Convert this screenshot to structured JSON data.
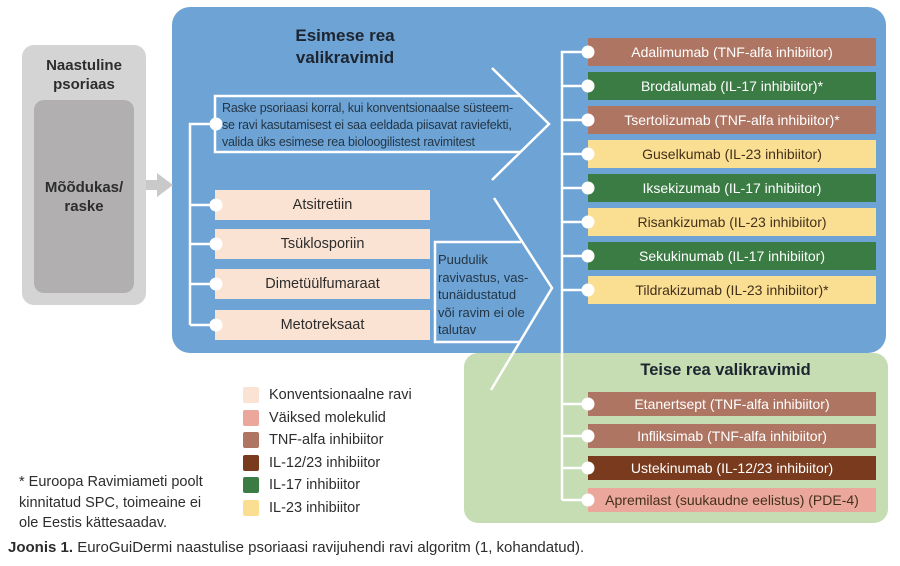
{
  "palette": {
    "blue_panel": "#6da3d5",
    "green_panel": "#c6dcb3",
    "conventional": "#fae3d3",
    "small_molecule": "#eba79c",
    "tnf": "#ae7562",
    "il12_23": "#7a3a1d",
    "il17": "#3b7c45",
    "il23": "#fadf92",
    "gray_outer": "#d4d4d4",
    "gray_inner": "#b1afaf",
    "connector_white": "#ffffff",
    "gray_arrow": "#c9c9c9"
  },
  "start": {
    "diagnosis": "Naastuline\npsoriaas",
    "severity": "Mõõdukas/\nraske"
  },
  "first_line": {
    "title": "Esimese rea\nvalikravimid",
    "criteria": "Raske psoriaasi korral, kui konventsionaalse süsteem-\nse ravi kasutamisest ei saa eeldada piisavat raviefekti,\nvalida üks esimese rea bioloogilistest ravimitest",
    "conventional": [
      "Atsitretiin",
      "Tsüklosporiin",
      "Dimetüülfumaraat",
      "Metotreksaat"
    ],
    "biologics": [
      {
        "label": "Adalimumab (TNF-alfa inhibiitor)",
        "group": "TNF-alfa inhibiitor"
      },
      {
        "label": "Brodalumab (IL-17 inhibiitor)*",
        "group": "IL-17 inhibiitor"
      },
      {
        "label": "Tsertolizumab (TNF-alfa inhibiitor)*",
        "group": "TNF-alfa inhibiitor"
      },
      {
        "label": "Guselkumab (IL-23 inhibiitor)",
        "group": "IL-23 inhibiitor"
      },
      {
        "label": "Iksekizumab (IL-17 inhibiitor)",
        "group": "IL-17 inhibiitor"
      },
      {
        "label": "Risankizumab (IL-23 inhibiitor)",
        "group": "IL-23 inhibiitor"
      },
      {
        "label": "Sekukinumab (IL-17 inhibiitor)",
        "group": "IL-17 inhibiitor"
      },
      {
        "label": "Tildrakizumab (IL-23 inhibiitor)*",
        "group": "IL-23 inhibiitor"
      }
    ]
  },
  "transition": {
    "label": "Puudulik\nravivastus, vas-\ntunäidustatud\nvõi ravim ei ole\ntalutav"
  },
  "second_line": {
    "title": "Teise rea valikravimid",
    "drugs": [
      {
        "label": "Etanertsept (TNF-alfa inhibiitor)",
        "group": "TNF-alfa inhibiitor"
      },
      {
        "label": "Infliksimab (TNF-alfa inhibiitor)",
        "group": "TNF-alfa inhibiitor"
      },
      {
        "label": "Ustekinumab (IL-12/23 inhibiitor)",
        "group": "IL-12/23 inhibiitor"
      },
      {
        "label": "Apremilast (suukaudne eelistus) (PDE-4)",
        "group": "Väiksed molekulid"
      }
    ]
  },
  "legend": {
    "items": [
      {
        "label": "Konventsionaalne ravi"
      },
      {
        "label": "Väiksed molekulid"
      },
      {
        "label": "TNF-alfa inhibiitor"
      },
      {
        "label": "IL-12/23 inhibiitor"
      },
      {
        "label": "IL-17 inhibiitor"
      },
      {
        "label": "IL-23 inhibiitor"
      }
    ]
  },
  "footnote": "* Euroopa Ravimiameti poolt\nkinnitatud SPC, toimeaine ei\nole Eestis kättesaadav.",
  "caption": {
    "label": "Joonis 1.",
    "text": "EuroGuiDermi naastulise psoriaasi ravijuhendi ravi algoritm (1, kohandatud)."
  }
}
